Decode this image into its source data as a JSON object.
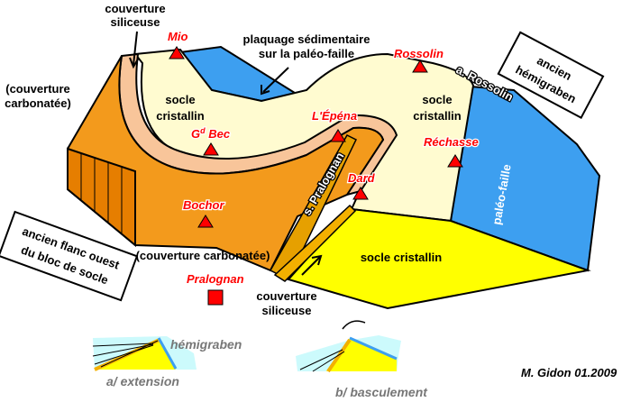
{
  "title_labels": {
    "couverture_siliceuse_top": [
      "couverture",
      "siliceuse"
    ],
    "plaquage": [
      "plaquage sédimentaire",
      "sur la paléo-faille"
    ],
    "couverture_carbonatee_left": [
      "(couverture",
      "carbonatée)"
    ],
    "ancien_hemigraben": [
      "ancien",
      "hémigraben"
    ],
    "ancien_flanc": [
      "ancien flanc ouest",
      "du bloc de socle"
    ],
    "socle_cristallin_left": [
      "socle",
      "cristallin"
    ],
    "socle_cristallin_right": [
      "socle",
      "cristallin"
    ],
    "socle_cristallin_bottom": "socle cristallin",
    "couverture_carbonatee_bottom": "(couverture carbonatée)",
    "couverture_siliceuse_bottom": [
      "couverture",
      "siliceuse"
    ],
    "paleo_faille": "paléo-faille",
    "a_rossolin": "a. Rossolin",
    "s_pralognan": "s. Pralognan"
  },
  "summits": {
    "mio": "Mio",
    "rossolin": "Rossolin",
    "epena": "L'Épéna",
    "gd_bec_main": "G",
    "gd_bec_sup": "d",
    "gd_bec_rest": " Bec",
    "rechasse": "Réchasse",
    "dard": "Dard",
    "bochor": "Bochor",
    "pralognan": "Pralognan"
  },
  "insets": {
    "a_label": "a/ extension",
    "a_hemigraben": "hémigraben",
    "b_label": "b/ basculement"
  },
  "credit": "M. Gidon 01.2009",
  "colors": {
    "orange": "#f39a1c",
    "orange_dark": "#e67e00",
    "salmon": "#f8c59a",
    "cream": "#fffbd0",
    "blue": "#3d9ff0",
    "yellow": "#ffff00",
    "red": "#ff0000"
  }
}
